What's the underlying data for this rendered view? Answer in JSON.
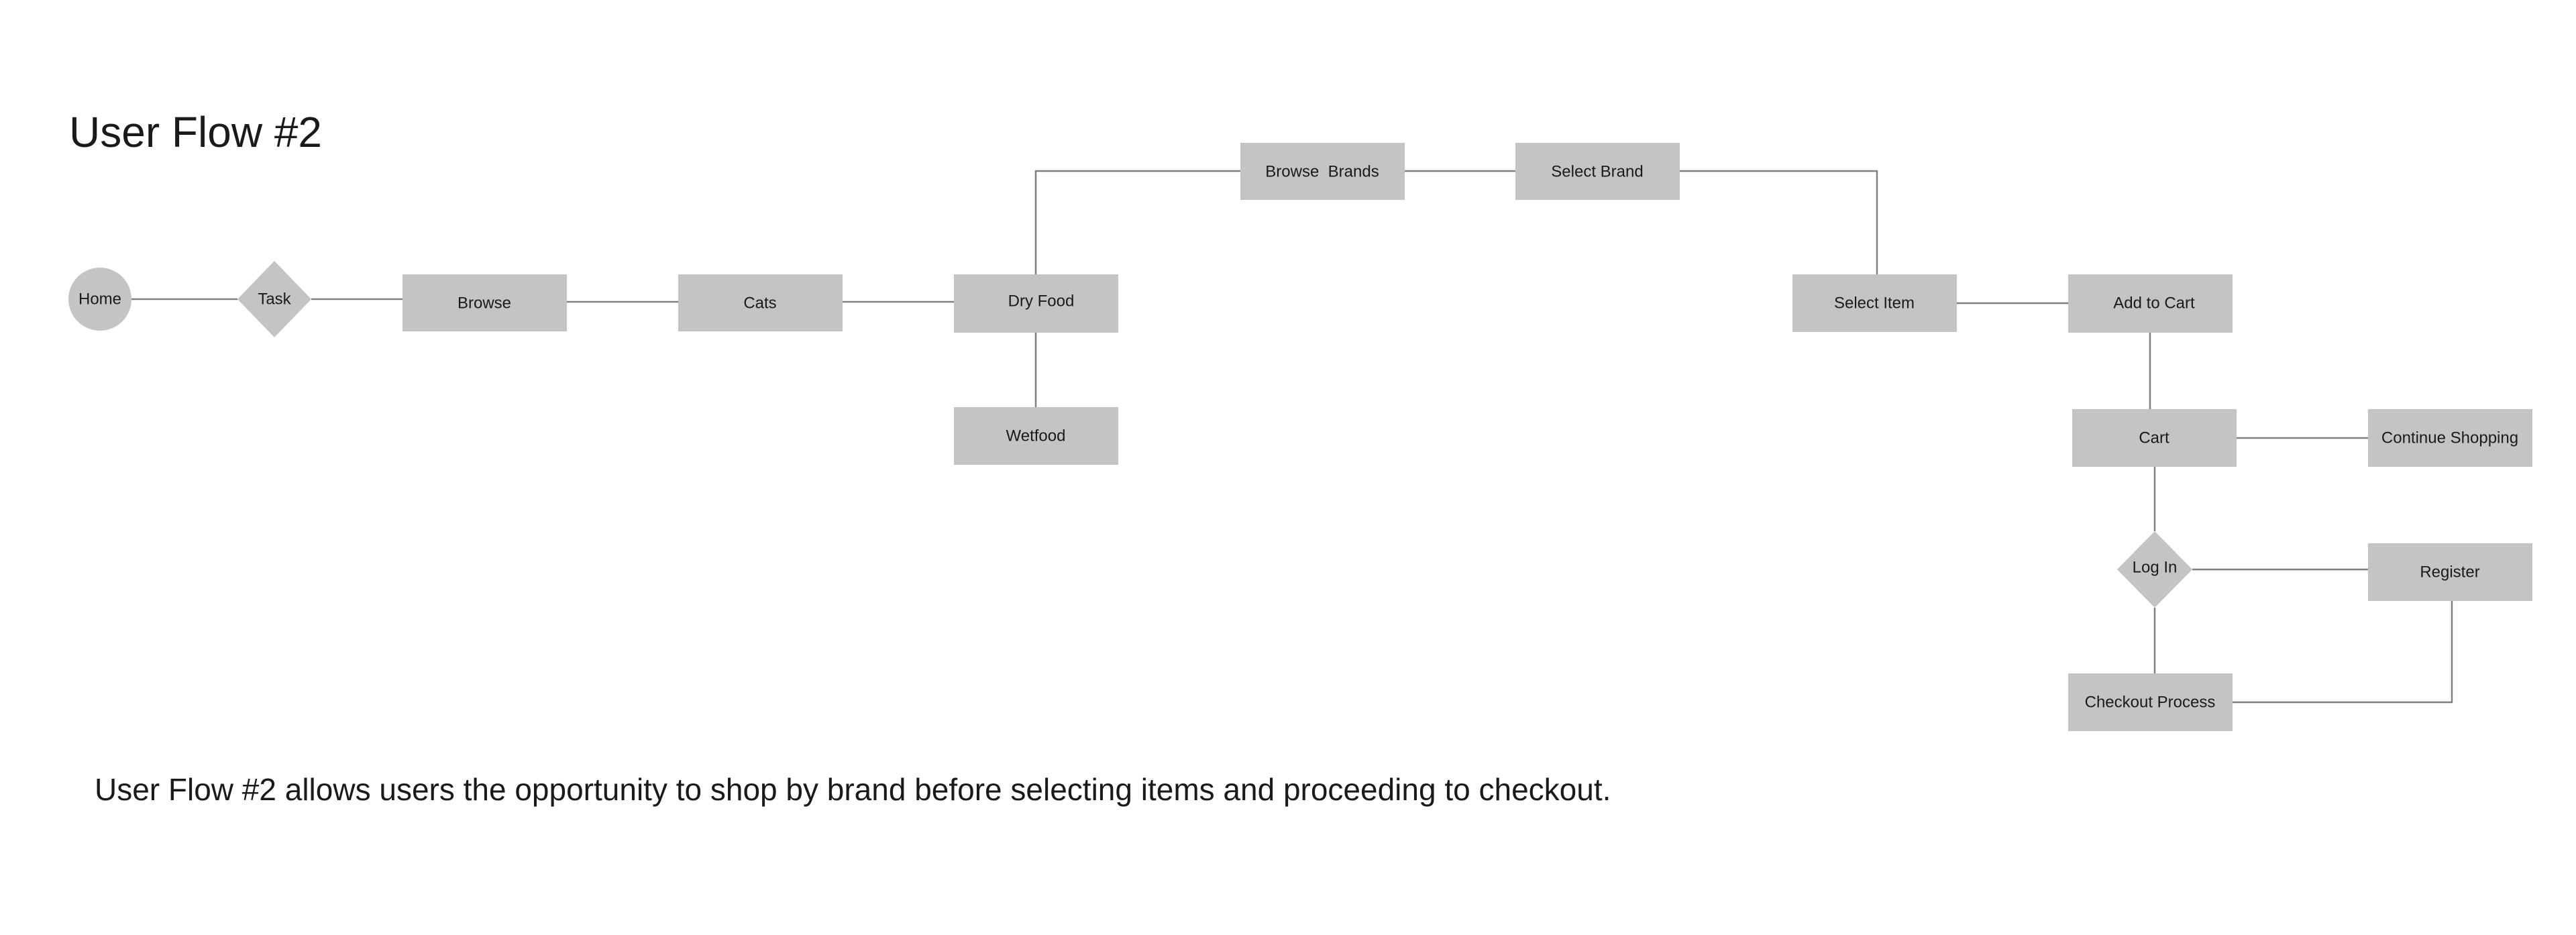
{
  "title": "User Flow #2",
  "description": "User Flow #2 allows users the opportunity to shop by brand before selecting items and proceeding to checkout.",
  "colors": {
    "node_fill": "#c4c4c4",
    "connector": "#808080",
    "text": "#1a1a1a",
    "background": "#ffffff"
  },
  "nodes": {
    "home": {
      "label": "Home",
      "shape": "circle"
    },
    "task": {
      "label": "Task",
      "shape": "diamond"
    },
    "browse": {
      "label": "Browse",
      "shape": "rectangle"
    },
    "cats": {
      "label": "Cats",
      "shape": "rectangle"
    },
    "dry_food": {
      "label": "Dry Food",
      "shape": "rectangle"
    },
    "wetfood": {
      "label": "Wetfood",
      "shape": "rectangle"
    },
    "browse_brands": {
      "label": "Browse  Brands",
      "shape": "rectangle"
    },
    "select_brand": {
      "label": "Select Brand",
      "shape": "rectangle"
    },
    "select_item": {
      "label": "Select Item",
      "shape": "rectangle"
    },
    "add_to_cart": {
      "label": "Add to Cart",
      "shape": "rectangle"
    },
    "cart": {
      "label": "Cart",
      "shape": "rectangle"
    },
    "continue_shopping": {
      "label": "Continue Shopping",
      "shape": "rectangle"
    },
    "log_in": {
      "label": "Log In",
      "shape": "diamond"
    },
    "register": {
      "label": "Register",
      "shape": "rectangle"
    },
    "checkout_process": {
      "label": "Checkout Process",
      "shape": "rectangle"
    }
  },
  "edges": [
    {
      "from": "home",
      "to": "task"
    },
    {
      "from": "task",
      "to": "browse"
    },
    {
      "from": "browse",
      "to": "cats"
    },
    {
      "from": "cats",
      "to": "dry_food"
    },
    {
      "from": "dry_food",
      "to": "wetfood"
    },
    {
      "from": "dry_food",
      "to": "browse_brands"
    },
    {
      "from": "browse_brands",
      "to": "select_brand"
    },
    {
      "from": "select_brand",
      "to": "select_item"
    },
    {
      "from": "select_item",
      "to": "add_to_cart"
    },
    {
      "from": "add_to_cart",
      "to": "cart"
    },
    {
      "from": "cart",
      "to": "continue_shopping"
    },
    {
      "from": "cart",
      "to": "log_in"
    },
    {
      "from": "log_in",
      "to": "register"
    },
    {
      "from": "log_in",
      "to": "checkout_process"
    },
    {
      "from": "register",
      "to": "checkout_process"
    }
  ]
}
